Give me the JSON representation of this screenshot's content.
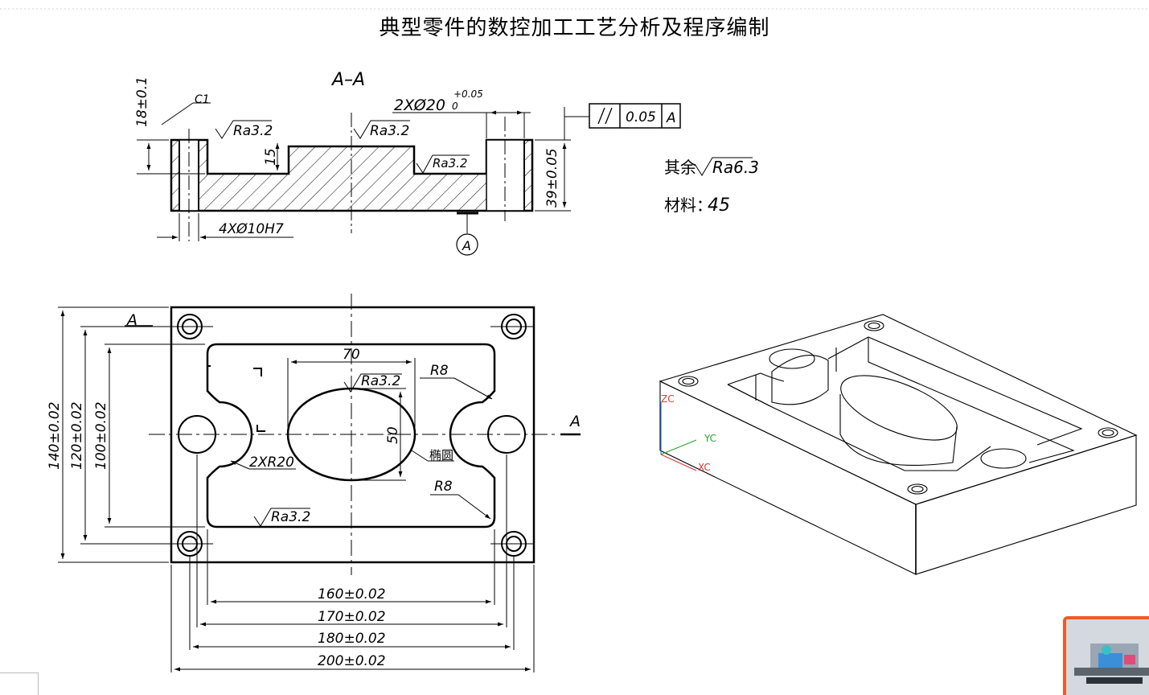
{
  "title": "典型零件的数控加工工艺分析及程序编制",
  "section_view": {
    "label": "A–A",
    "chamfer": "C1",
    "height_tol": "18±0.1",
    "roughness_left": "Ra3.2",
    "roughness_center": "Ra3.2",
    "roughness_step": "Ra3.2",
    "depth_15": "15",
    "counterbore": "2XØ20",
    "counterbore_upper": "+0.05",
    "counterbore_lower": "0",
    "parallel_tol_value": "0.05",
    "datum": "A",
    "thickness": "39±0.05",
    "holes": "4XØ10H7",
    "datum_marker": "A"
  },
  "notes": {
    "rest_label": "其余",
    "rest_roughness": "Ra6.3",
    "material_label": "材料：",
    "material_value": "45"
  },
  "plan_view": {
    "section_left": "A",
    "section_right": "A",
    "width_70": "70",
    "ellipse_roughness": "Ra3.2",
    "height_50": "50",
    "r8_top": "R8",
    "r8_bottom": "R8",
    "r20": "2XR20",
    "ellipse_label": "椭圆",
    "pocket_roughness": "Ra3.2",
    "h140": "140±0.02",
    "h120": "120±0.02",
    "h100": "100±0.02",
    "w160": "160±0.02",
    "w170": "170±0.02",
    "w180": "180±0.02",
    "w200": "200±0.02"
  },
  "model_view": {
    "axis_z": "ZC",
    "axis_y": "YC",
    "axis_x": "XC"
  }
}
